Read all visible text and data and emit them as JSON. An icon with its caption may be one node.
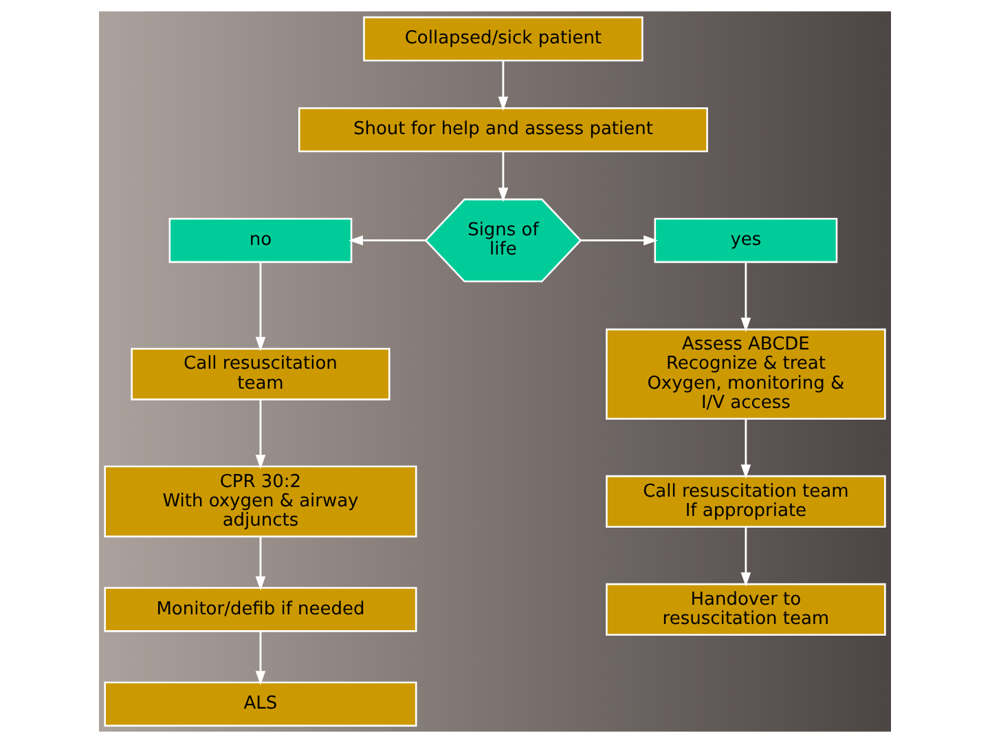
{
  "diagram": {
    "nodes": [
      {
        "text": [
          "Collapsed/sick patient"
        ]
      },
      {
        "text": [
          "Shout for help and assess patient"
        ]
      },
      {
        "text": [
          "no"
        ]
      },
      {
        "text": [
          "Signs of life"
        ]
      },
      {
        "text": [
          "yes"
        ]
      },
      {
        "text": [
          "Call resuscitation team"
        ]
      },
      {
        "text": [
          "Assess ABCDE Recognize & treat Oxygen, monitoring & I/V access"
        ]
      },
      {
        "text": [
          "CPR 30:2 With oxygen & airway adjuncts"
        ]
      },
      {
        "text": [
          "Call resuscitation team If appropriate"
        ]
      },
      {
        "text": [
          "Monitor/defib if needed"
        ]
      },
      {
        "text": [
          "Handover to resuscitation team"
        ]
      },
      {
        "text": [
          "ALS"
        ]
      }
    ],
    "edges": [
      {
        "from": 0,
        "to": 1,
        "arrow": "to"
      },
      {
        "from": 1,
        "to": 3,
        "arrow": "to"
      },
      {
        "from": 3,
        "to": 2,
        "arrow": "to"
      },
      {
        "from": 3,
        "to": 4,
        "arrow": "to"
      },
      {
        "from": 2,
        "to": 5,
        "arrow": "to"
      },
      {
        "from": 5,
        "to": 7,
        "arrow": "to"
      },
      {
        "from": 7,
        "to": 9,
        "arrow": "to"
      },
      {
        "from": 9,
        "to": 11,
        "arrow": "to"
      },
      {
        "from": 4,
        "to": 6,
        "arrow": "to"
      },
      {
        "from": 6,
        "to": 8,
        "arrow": "to"
      },
      {
        "from": 8,
        "to": 10,
        "arrow": "to"
      }
    ]
  }
}
